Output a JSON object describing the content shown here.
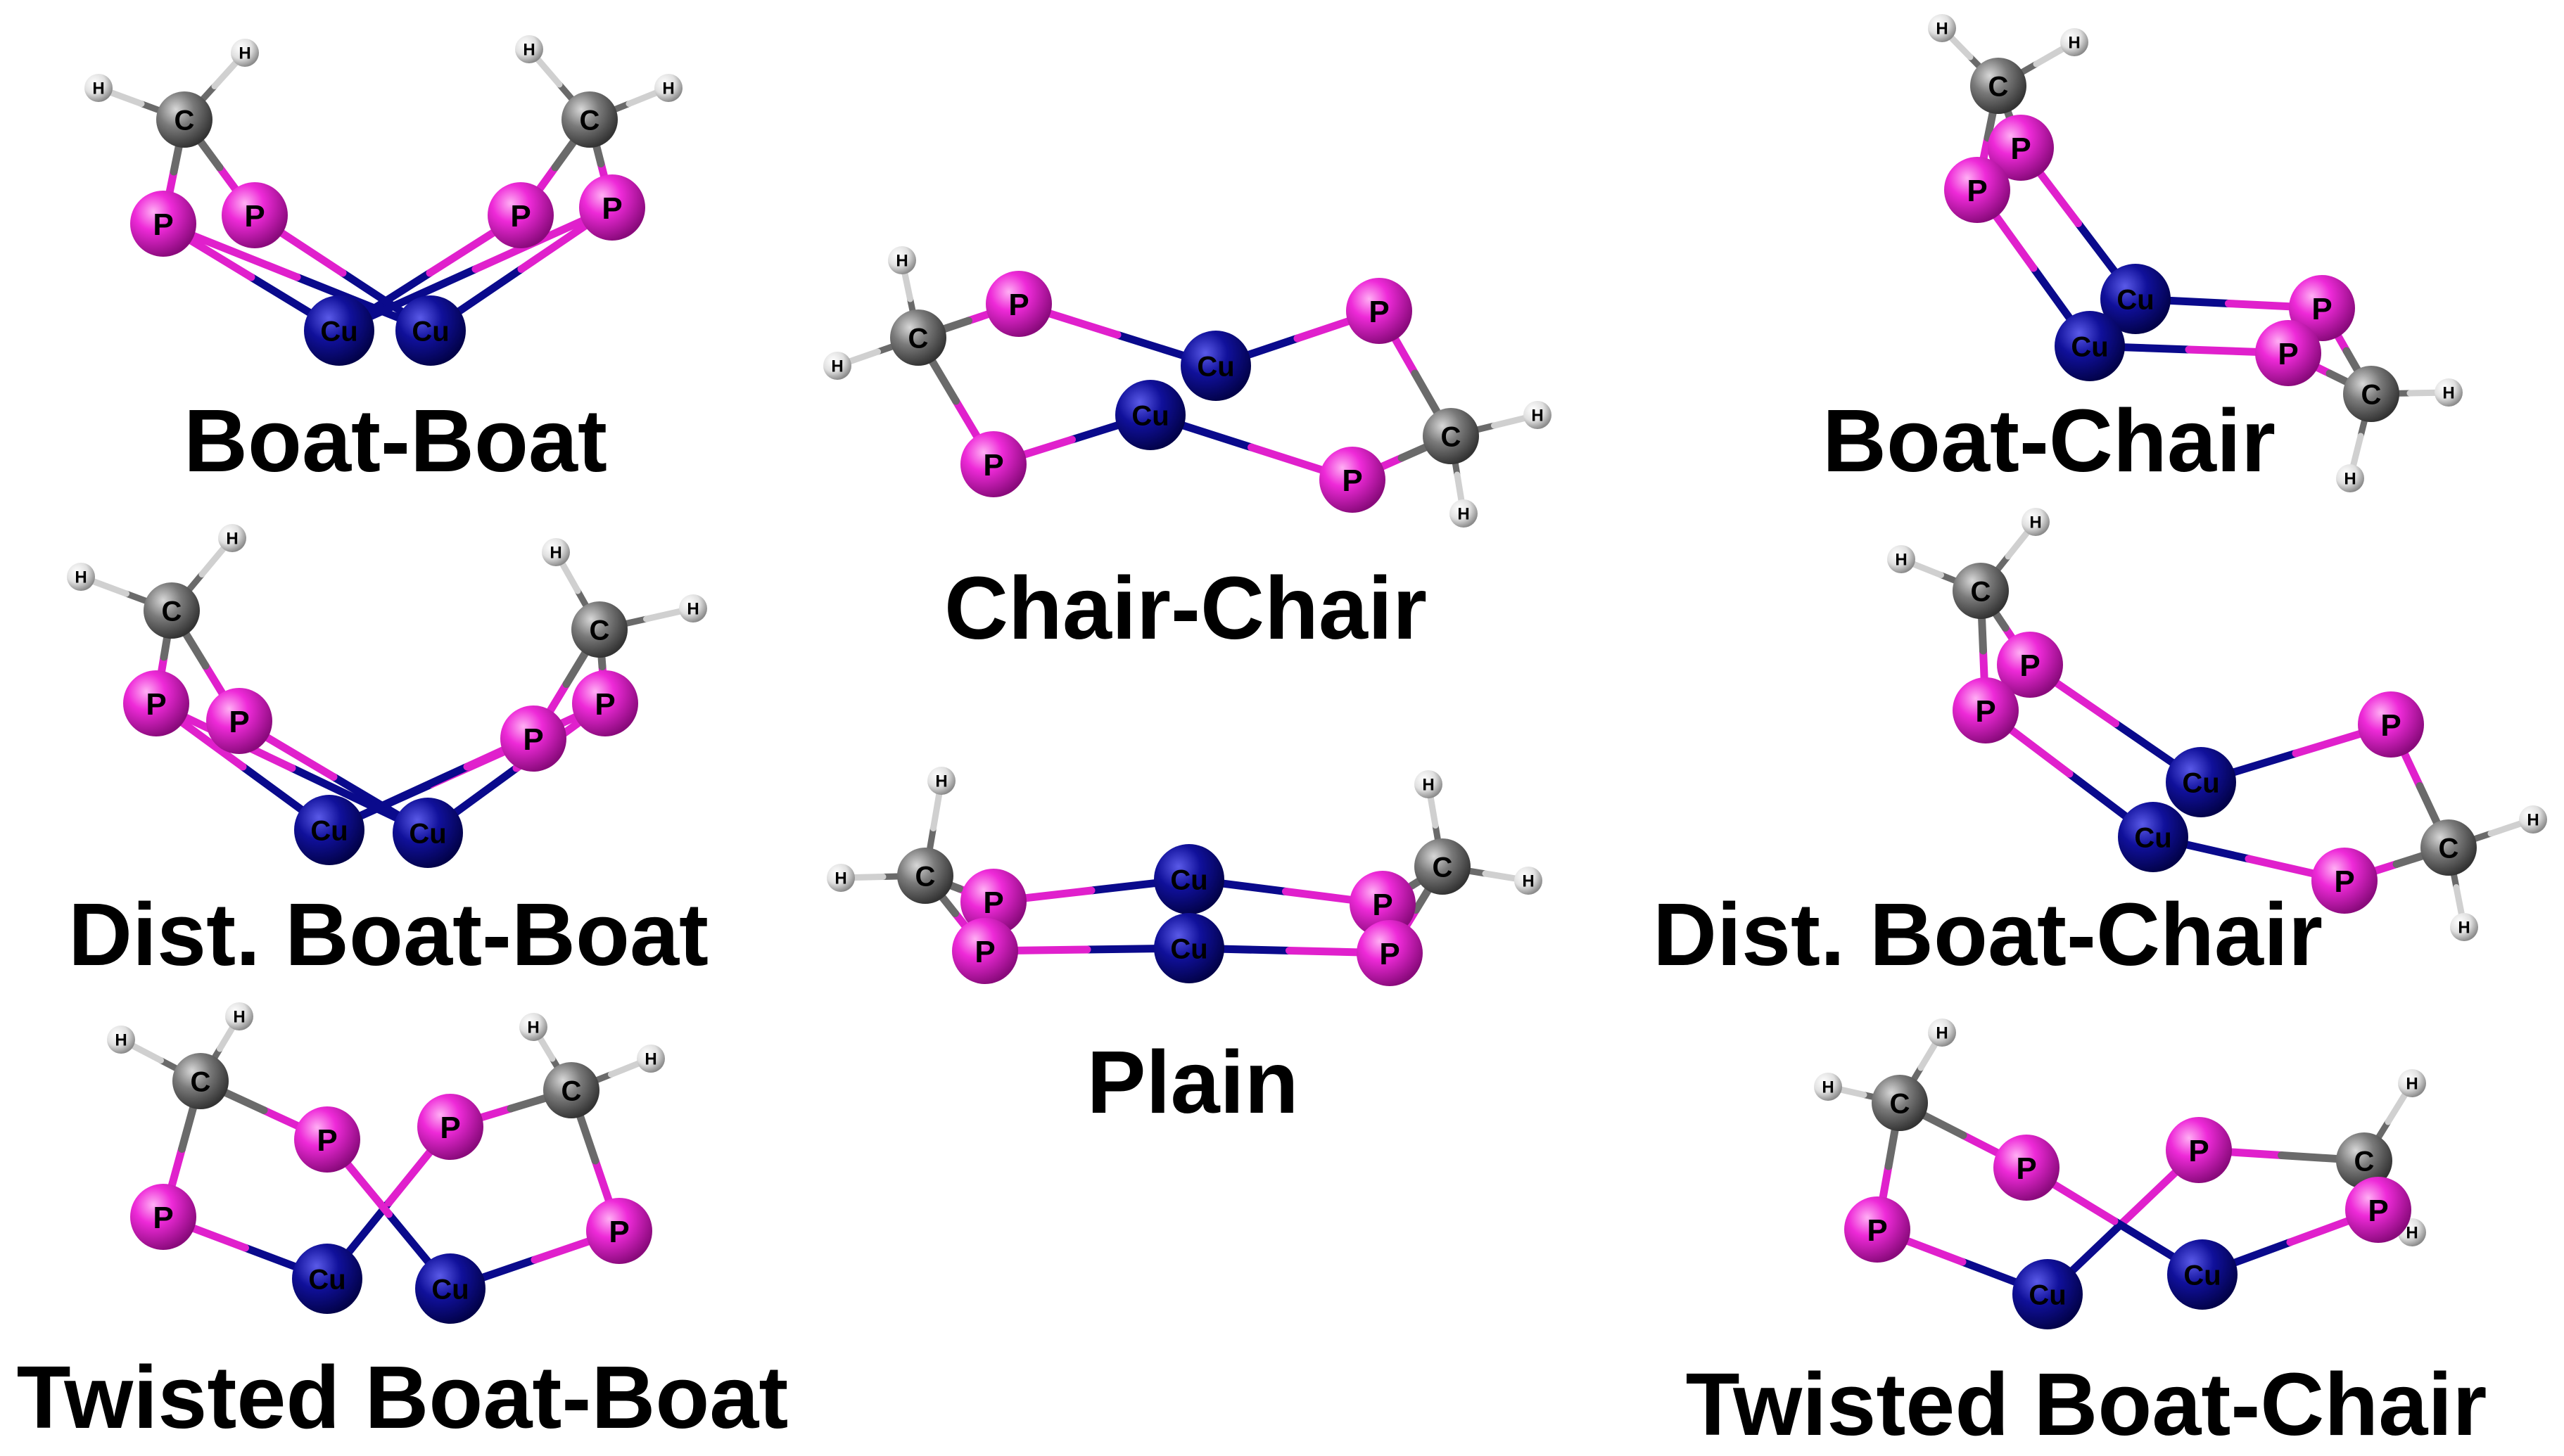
{
  "captions": {
    "boat_boat": "Boat-Boat",
    "chair_chair": "Chair-Chair",
    "boat_chair": "Boat-Chair",
    "dist_boat_boat": "Dist. Boat-Boat",
    "plain": "Plain",
    "dist_boat_chair": "Dist. Boat-Chair",
    "twisted_boat_boat": "Twisted Boat-Boat",
    "twisted_boat_chair": "Twisted Boat-Chair"
  },
  "atom_symbols": {
    "copper": "Cu",
    "phosphorus": "P",
    "carbon": "C",
    "hydrogen": "H"
  },
  "colors": {
    "copper": "#0a0a8c",
    "phosphorus": "#e020cc",
    "carbon": "#707070",
    "hydrogen": "#e6e6e6",
    "background": "#ffffff",
    "text": "#000000"
  }
}
